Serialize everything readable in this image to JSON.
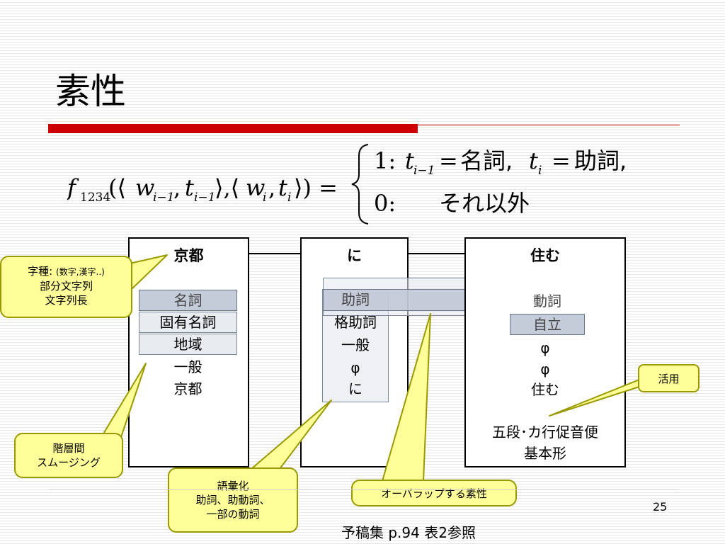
{
  "title": "素性",
  "formula": {
    "lhs_f": "f",
    "lhs_sub": "1234",
    "lhs_args": "(⟨w",
    "case1_num": "1:",
    "case1_text": "名詞,",
    "case1_text2": "助詞,",
    "case2_num": "0:",
    "case2_text": "それ以外"
  },
  "words": [
    {
      "head": "京都",
      "items": [
        "名詞",
        "固有名詞",
        "地域",
        "一般",
        "京都"
      ]
    },
    {
      "head": "に",
      "items": [
        "助詞",
        "格助詞",
        "一般",
        "φ",
        "に"
      ]
    },
    {
      "head": "住む",
      "items": [
        "動詞",
        "自立",
        "φ",
        "φ",
        "住む",
        "五段･カ行促音便",
        "基本形"
      ]
    }
  ],
  "callouts": {
    "char_type_main": "字種:",
    "char_type_paren": "(数字,漢字..)",
    "char_type_line2": "部分文字列",
    "char_type_line3": "文字列長",
    "smoothing_line1": "階層間",
    "smoothing_line2": "スムージング",
    "lex_line1": "語彙化",
    "lex_line2": "助詞、助動詞、",
    "lex_line3": "一部の動詞",
    "overlap": "オーバラップする素性",
    "conjugation": "活用"
  },
  "page_number": "25",
  "reference": "予稿集 p.94 表2参照"
}
